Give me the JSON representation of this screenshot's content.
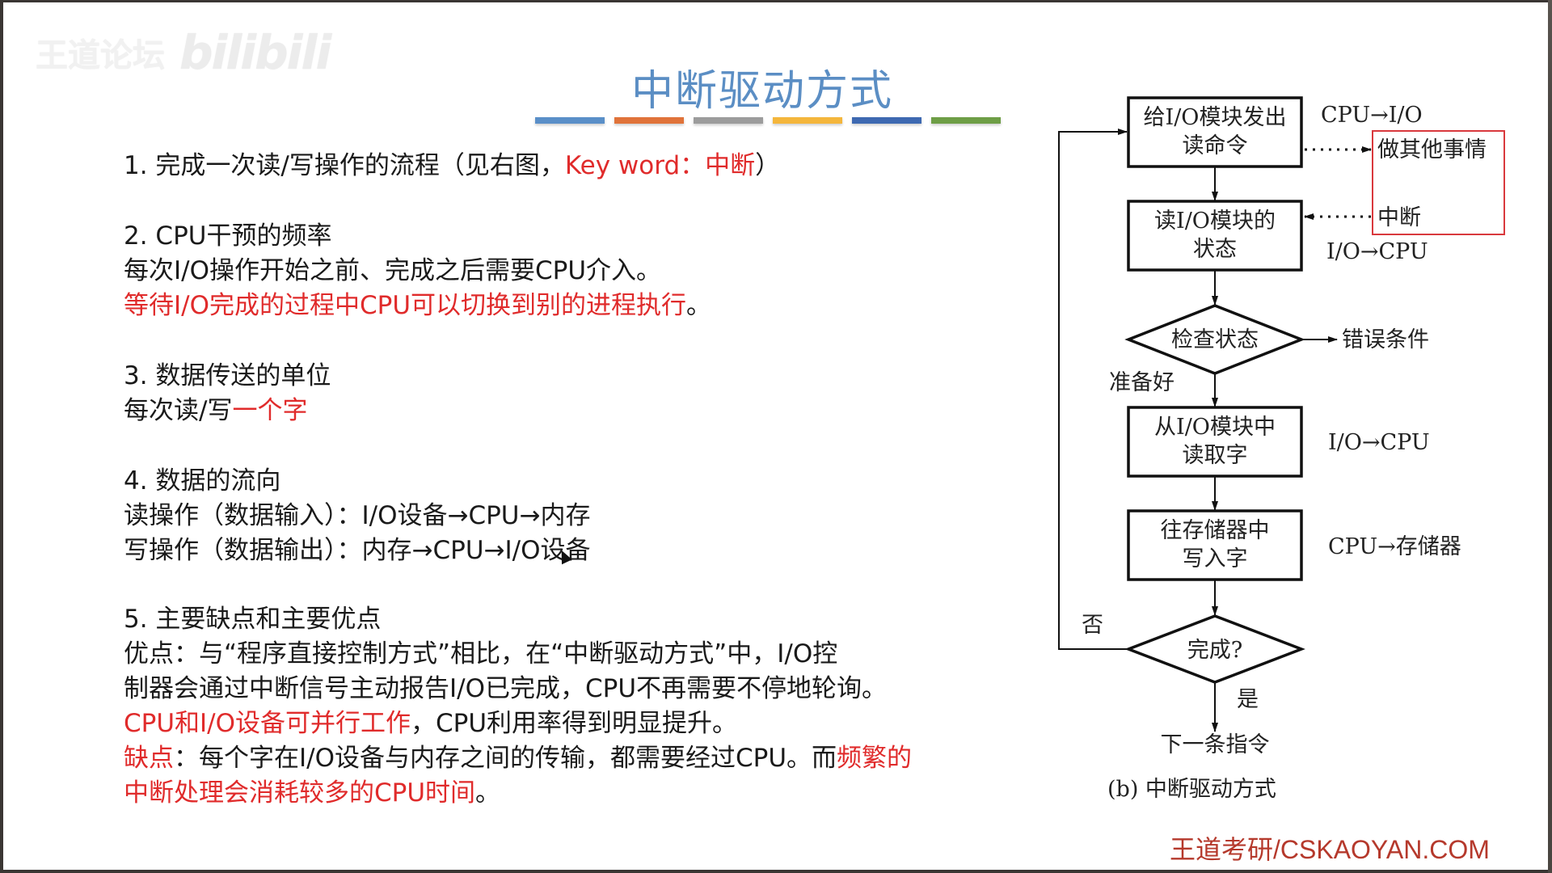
{
  "watermark": {
    "site": "王道论坛",
    "logo": "bilibili"
  },
  "title": "中断驱动方式",
  "accent_bars": [
    "#5a8fc8",
    "#e0733a",
    "#9c9c9c",
    "#f4b63c",
    "#3e69b1",
    "#6e9e46"
  ],
  "colors": {
    "title": "#5b8ec4",
    "emphasis": "#e02b2b",
    "footer": "#b5392c"
  },
  "sections": {
    "s1": {
      "lead": "1. 完成一次读/写操作的流程（见右图，",
      "keyword": "Key word：中断",
      "tail": "）"
    },
    "s2": {
      "heading": "2. CPU干预的频率",
      "line1": "每次I/O操作开始之前、完成之后需要CPU介入。",
      "line2_red": "等待I/O完成的过程中CPU可以切换到别的进程执行",
      "line2_tail": "。"
    },
    "s3": {
      "heading": "3. 数据传送的单位",
      "line1_prefix": "每次读/写",
      "line1_red": "一个字"
    },
    "s4": {
      "heading": "4. 数据的流向",
      "read": "读操作（数据输入）：I/O设备→CPU→内存",
      "write": "写操作（数据输出）：内存→CPU→I/O设备"
    },
    "s5": {
      "heading": "5. 主要缺点和主要优点",
      "adv_line1": "优点：与“程序直接控制方式”相比，在“中断驱动方式”中，I/O控",
      "adv_line2": "制器会通过中断信号主动报告I/O已完成，CPU不再需要不停地轮询。",
      "adv_line3_red": "CPU和I/O设备可并行工作",
      "adv_line3_tail": "，CPU利用率得到明显提升。",
      "dis_label_red": "缺点",
      "dis_line1_mid": "：每个字在I/O设备与内存之间的传输，都需要经过CPU。而",
      "dis_line1_red": "频繁的",
      "dis_line2_red": "中断处理会消耗较多的CPU时间",
      "dis_line2_tail": "。"
    }
  },
  "flowchart": {
    "box1": [
      "给I/O模块发出",
      "读命令"
    ],
    "box2": [
      "读I/O模块的",
      "状态"
    ],
    "diamond1": "检查状态",
    "box3": [
      "从I/O模块中",
      "读取字"
    ],
    "box4": [
      "往存储器中",
      "写入字"
    ],
    "diamond2": "完成?",
    "end": "下一条指令",
    "label_cpu_io": "CPU→I/O",
    "label_do_other": "做其他事情",
    "label_interrupt": "中断",
    "label_io_cpu_1": "I/O→CPU",
    "label_error": "错误条件",
    "label_ready": "准备好",
    "label_io_cpu_2": "I/O→CPU",
    "label_cpu_mem": "CPU→存储器",
    "label_no": "否",
    "label_yes": "是",
    "caption": "(b) 中断驱动方式"
  },
  "footer": "王道考研/CSKAOYAN.COM"
}
